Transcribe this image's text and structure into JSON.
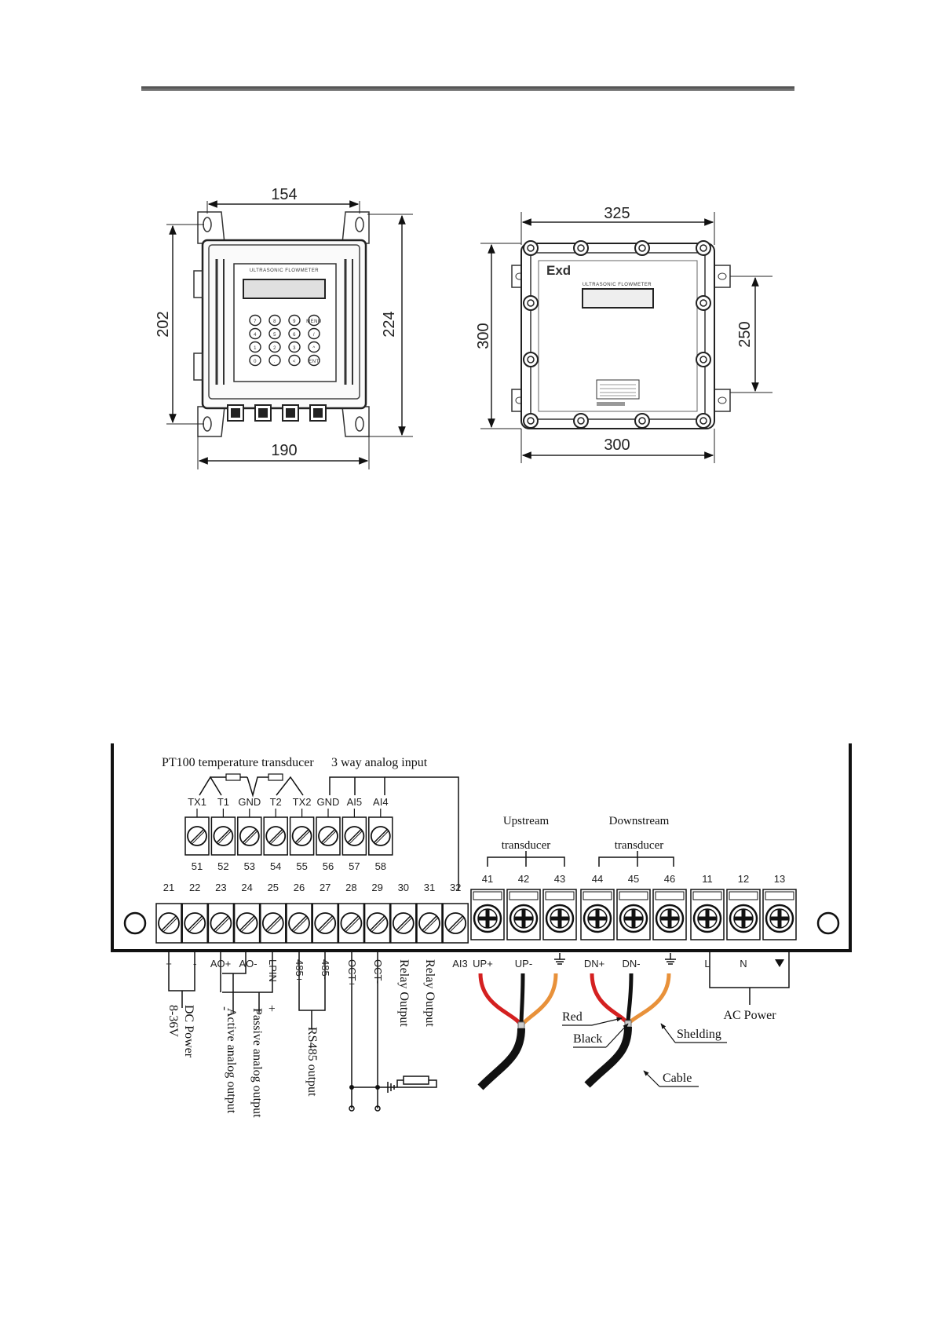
{
  "figure_top": {
    "left_unit": {
      "panel_text": "ULTRASONIC FLOWMETER",
      "keypad_keys": [
        "7",
        "8",
        "9",
        "MENU",
        "4",
        "5",
        "6",
        "/",
        "1",
        "2",
        "3",
        "^",
        "0",
        ".",
        "<",
        "ENT"
      ],
      "dims": {
        "top": "154",
        "bottom": "190",
        "left": "202",
        "right": "224"
      }
    },
    "right_unit": {
      "panel_text": "ULTRASONIC FLOWMETER",
      "marking": "Exd",
      "dims": {
        "top": "325",
        "bottom": "300",
        "left": "300",
        "right": "250"
      }
    }
  },
  "figure_bottom": {
    "headers": {
      "pt100": "PT100 temperature transducer",
      "analog_input": "3 way analog input",
      "upstream_line1": "Upstream",
      "upstream_line2": "transducer",
      "downstream_line1": "Downstream",
      "downstream_line2": "transducer"
    },
    "upper_labels": [
      "TX1",
      "T1",
      "GND",
      "T2",
      "TX2",
      "GND",
      "AI5",
      "AI4"
    ],
    "upper_numbers": [
      "51",
      "52",
      "53",
      "54",
      "55",
      "56",
      "57",
      "58"
    ],
    "lower_numbers": [
      "21",
      "22",
      "23",
      "24",
      "25",
      "26",
      "27",
      "28",
      "29",
      "30",
      "31",
      "32"
    ],
    "transducer_numbers": [
      "41",
      "42",
      "43",
      "44",
      "45",
      "46"
    ],
    "power_numbers": [
      "11",
      "12",
      "13"
    ],
    "bottom_labels": {
      "t21": "+",
      "t22": "-",
      "t23": "AO+",
      "t24": "AO-",
      "t25": "LPIN",
      "t26": "485+",
      "t27": "485-",
      "t28": "OCT+",
      "t29": "OCT-",
      "t30": "Relay Output",
      "t31": "Relay Output",
      "t32": "AI3",
      "t41": "UP+",
      "t42": "UP-",
      "t44": "DN+",
      "t45": "DN-",
      "t11": "L",
      "t12": "N"
    },
    "group_labels": {
      "dc_power": "DC Power",
      "dc_range": "8-36V",
      "active_analog": "Active analog output",
      "passive_analog": "Passive analog output",
      "rs485": "RS485 output",
      "ac_power": "AC Power",
      "plus": "+",
      "minus": "-"
    },
    "cable_labels": {
      "red": "Red",
      "black": "Black",
      "shielding": "Shelding",
      "cable": "Cable"
    },
    "wire_colors": {
      "red": "#d42020",
      "black": "#111111",
      "orange": "#e8913a"
    }
  }
}
